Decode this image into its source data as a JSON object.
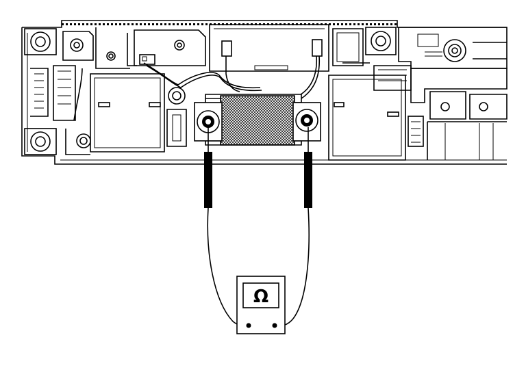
{
  "diagram": {
    "description_kind": "technical service illustration",
    "component": {
      "name": "hatched-component",
      "fill_pattern": "crosshatch"
    },
    "meter": {
      "symbol": "Ω",
      "symbol_icon": "ohm-icon"
    },
    "probes": [
      {
        "side": "left",
        "terminal": "left-terminal-stud"
      },
      {
        "side": "right",
        "terminal": "right-terminal-stud"
      }
    ],
    "colors": {
      "line": "#000000",
      "background": "#ffffff"
    }
  }
}
